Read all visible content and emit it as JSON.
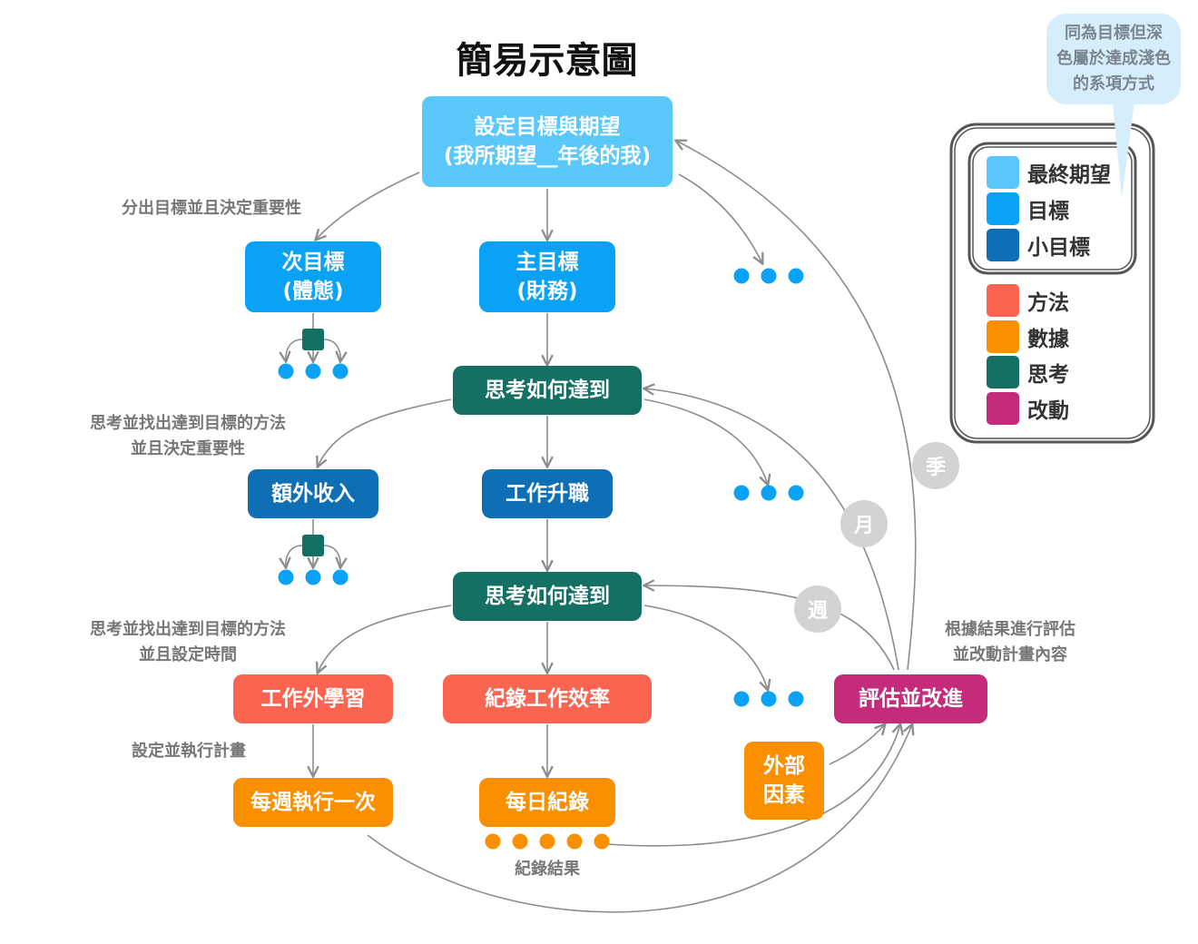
{
  "title": "簡易示意圖",
  "colors": {
    "final_goal": "#5ac8fa",
    "goal": "#0aa2f5",
    "sub_goal": "#0e6fb5",
    "method": "#fa6450",
    "data": "#fa8f00",
    "thinking": "#137063",
    "change": "#c42b7b",
    "arrow": "#8c8c8c",
    "period_bubble": "#d3d3d3"
  },
  "nodes": {
    "goal_root": "設定目標與期望\n(我所期望__年後的我)",
    "secondary_goal": "次目標\n(體態)",
    "main_goal": "主目標\n(財務)",
    "think_1": "思考如何達到",
    "extra_income": "額外收入",
    "job_promotion": "工作升職",
    "think_2": "思考如何達到",
    "outside_learning": "工作外學習",
    "record_efficiency": "紀錄工作效率",
    "weekly_once": "每週執行一次",
    "daily_record": "每日紀錄",
    "external_factors": "外部\n因素",
    "evaluate_improve": "評估並改進"
  },
  "labels": {
    "split_goals": "分出目標並且決定重要性",
    "find_method_priority": "思考並找出達到目標的方法\n並且決定重要性",
    "find_method_time": "思考並找出達到目標的方法\n並且設定時間",
    "set_execute_plan": "設定並執行計畫",
    "record_result": "紀錄結果",
    "evaluate_by_result": "根據結果進行評估\n並改動計畫內容"
  },
  "periods": {
    "season": "季",
    "month": "月",
    "week": "週"
  },
  "note": "同為目標但深\n色屬於達成淺色\n的系項方式",
  "legend": [
    {
      "label": "最終期望",
      "color": "#5ac8fa"
    },
    {
      "label": "目標",
      "color": "#0aa2f5"
    },
    {
      "label": "小目標",
      "color": "#0e6fb5"
    },
    {
      "label": "方法",
      "color": "#fa6450"
    },
    {
      "label": "數據",
      "color": "#fa8f00"
    },
    {
      "label": "思考",
      "color": "#137063"
    },
    {
      "label": "改動",
      "color": "#c42b7b"
    }
  ]
}
